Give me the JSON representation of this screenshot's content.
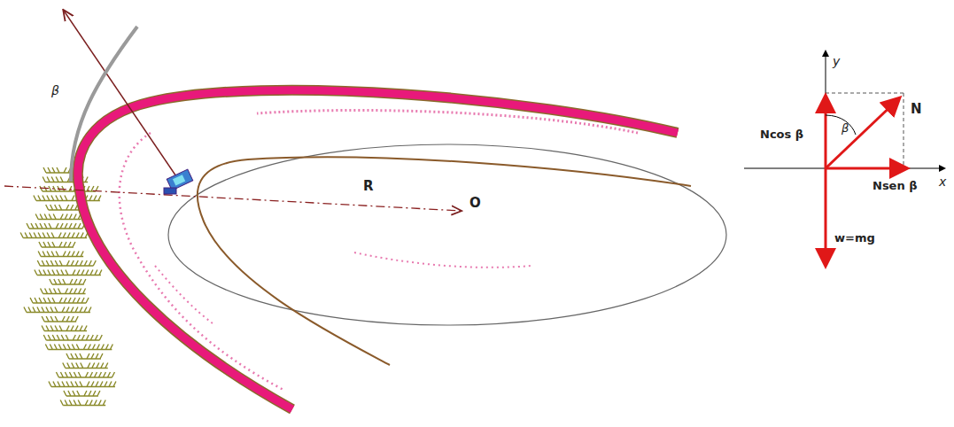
{
  "diagram": {
    "labels": [
      "β",
      "R",
      "O",
      "y",
      "Ncos β",
      "β",
      "N",
      "Nsen β",
      "w=mg",
      "x"
    ]
  }
}
